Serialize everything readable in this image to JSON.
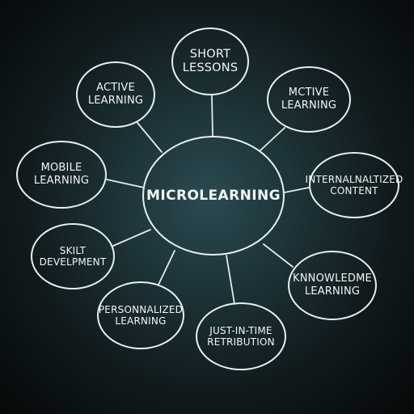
{
  "center": {
    "label": "MICROLEARNING"
  },
  "nodes": {
    "short_lessons": "SHORT\nLESSONS",
    "active_learning_left": "ACTIVE\nLEARNING",
    "active_learning_right": "MCTIVE\nLEARNING",
    "mobile_learning": "MOBILE\nLEARNING",
    "internalized_content": "INTERNALNALTIZED\nCONTENT",
    "skill_development": "SKILT\nDEVELPMENT",
    "knowledge_learning": "KNNOWLEDME\nLEARNING",
    "personalized_learning": "PERSONNALIZED\nLEARNING",
    "just_in_time": "JUST-IN-TIME\nRETRIBUTION"
  },
  "colors": {
    "chalk": "#e9eeee",
    "board_center": "#2b4a50",
    "board_edge": "#05090a"
  }
}
